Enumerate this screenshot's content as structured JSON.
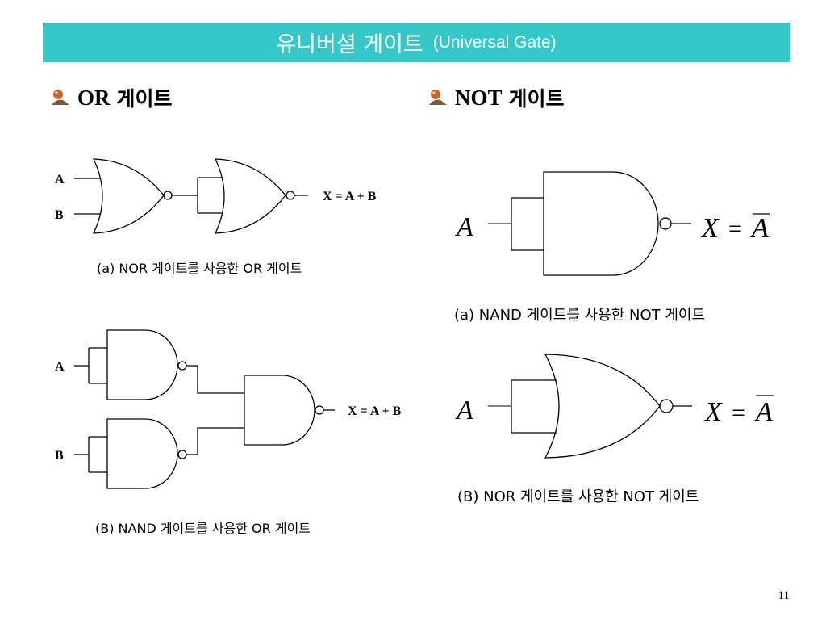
{
  "title": {
    "main": "유니버셜 게이트",
    "sub": "(Universal Gate)"
  },
  "left_heading": {
    "en": "OR",
    "ko": "게이트"
  },
  "right_heading": {
    "en": "NOT",
    "ko": "게이트"
  },
  "diagram_a": {
    "input_a": "A",
    "input_b": "B",
    "output": "X = A + B",
    "caption": "(a) NOR 게이트를 사용한 OR 게이트"
  },
  "diagram_b": {
    "input_a": "A",
    "input_b": "B",
    "output": "X = A + B",
    "caption": "(B) NAND 게이트를 사용한 OR 게이트"
  },
  "diagram_c": {
    "input": "A",
    "output_var": "X",
    "equals": "=",
    "output_val": "A",
    "caption": "(a) NAND 게이트를 사용한 NOT 게이트"
  },
  "diagram_d": {
    "input": "A",
    "output_var": "X",
    "equals": "=",
    "output_val": "A",
    "caption": "(B) NOR 게이트를 사용한 NOT 게이트"
  },
  "page_number": "11",
  "colors": {
    "title_bar": "#36c8c8",
    "title_text": "#ffffff",
    "bullet": "#c86428"
  }
}
